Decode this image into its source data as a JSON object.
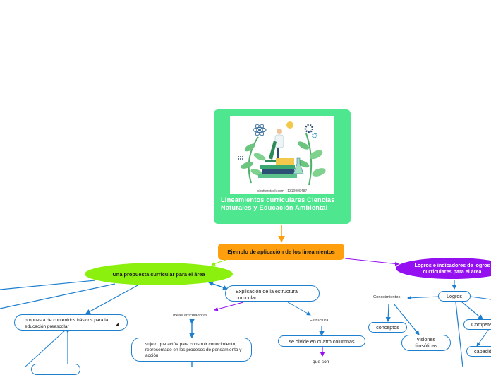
{
  "root": {
    "title": "Lineamientos curriculares Ciencias Naturales y Educación Ambiental",
    "image_caption": "shutterstock.com · 1310909487"
  },
  "nodes": {
    "ejemplo": "Ejemplo de aplicación de los lineamientos",
    "propuesta": "Una propuesta curricular para el área",
    "logros_indicadores": "Logros e indicadores de logros curriculares para el área",
    "explicacion": "Explicación de la estructura curricular",
    "propuesta_contenidos": "propuesta de contenidos básicos para la educación preescolar",
    "sujeto": "sujeto que actúa para construir conocimiento, representado en los procesos de pensamiento y acción",
    "divide": "se divide en cuatro columnas",
    "conceptos": "conceptos",
    "visiones": "visiones filosóficas",
    "logros": "Logros",
    "competencias": "Competencias",
    "capacidades": "capacidades"
  },
  "labels": {
    "ideas": "Ideas articuladoras",
    "estructura": "Estructura",
    "que_son": "que son",
    "conocimientos": "Conocimientos"
  },
  "colors": {
    "root": "#4fe690",
    "orange": "#ff9f0d",
    "green": "#8bf00e",
    "purple": "#9410f0",
    "connector": "#1e7fcf"
  }
}
